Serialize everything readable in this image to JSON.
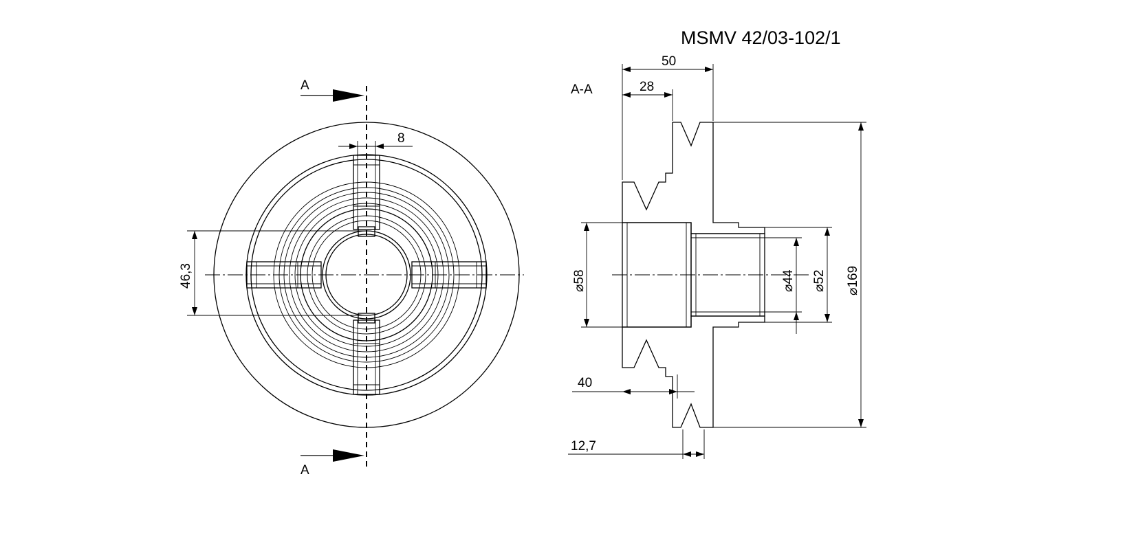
{
  "drawing": {
    "title": "MSMV 42/03-102/1",
    "section_label": "A-A",
    "cut_labels": {
      "top": "A",
      "bottom": "A"
    },
    "dimensions": {
      "slot_width": "8",
      "bore_depth": "46,3",
      "total_length": "50",
      "hub_offset": "28",
      "bore_length": "40",
      "groove_pitch": "12,7",
      "bore_diameter": "⌀58",
      "inner_diameter": "⌀44",
      "hub_diameter": "⌀52",
      "outer_diameter": "⌀169"
    }
  }
}
